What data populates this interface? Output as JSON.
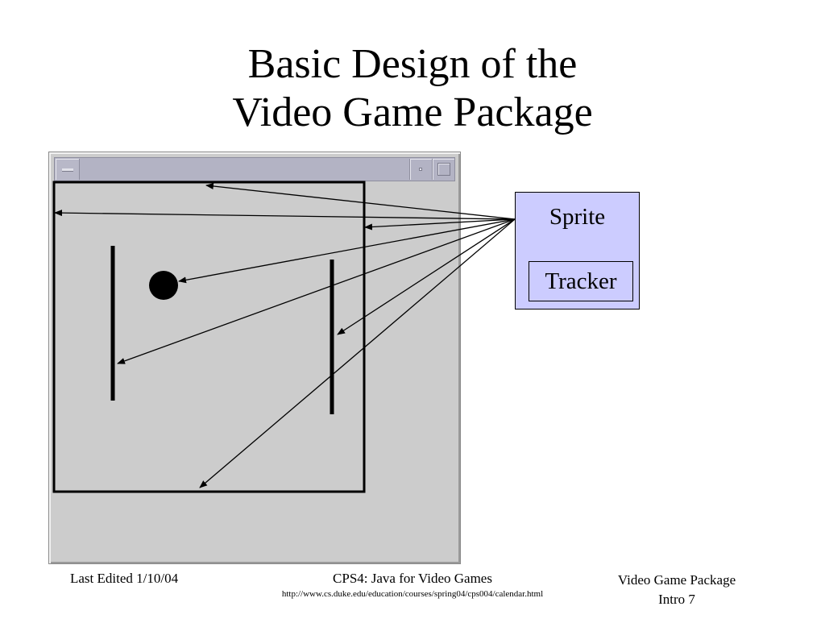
{
  "title": {
    "line1": "Basic Design of the",
    "line2": "Video Game Package"
  },
  "diagram": {
    "sprite_label": "Sprite",
    "tracker_label": "Tracker",
    "icons": {
      "window_menu": "minimize-bar-icon",
      "window_iconify": "iconify-dot-icon",
      "window_maximize": "maximize-square-icon"
    },
    "colors": {
      "sprite_box": "#ccccff",
      "window_bg": "#cccccc",
      "titlebar": "#b3b3c4"
    }
  },
  "footer": {
    "left": "Last Edited 1/10/04",
    "center": "CPS4: Java for Video Games",
    "url": "http://www.cs.duke.edu/education/courses/spring04/cps004/calendar.html",
    "right_line1": "Video Game Package",
    "right_line2": "Intro 7"
  }
}
